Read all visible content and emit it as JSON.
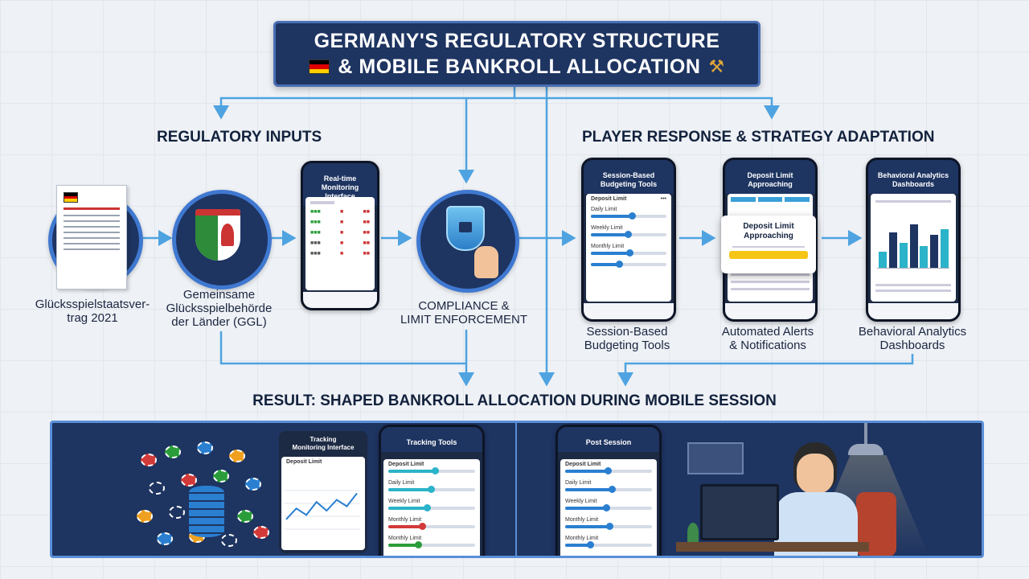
{
  "title": {
    "line1": "GERMANY'S REGULATORY STRUCTURE",
    "line2": "& MOBILE BANKROLL ALLOCATION"
  },
  "icons": {
    "flag": "german-flag-icon",
    "gavel": "gavel-icon"
  },
  "colors": {
    "navy": "#1e3461",
    "accent": "#3f78d0",
    "arrow": "#4fa3e0",
    "alert": "#f5c518"
  },
  "sections": {
    "regulatory": "REGULATORY INPUTS",
    "player": "PLAYER RESPONSE & STRATEGY ADAPTATION",
    "result": "RESULT: SHAPED BANKROLL ALLOCATION DURING MOBILE SESSION"
  },
  "nodes": {
    "treaty": "Glücksspielstaatsver-\ntrag 2021",
    "ggl": "Gemeinsame\nGlücksspielbehörde\nder Länder (GGL)",
    "compliance": "COMPLIANCE &\nLIMIT ENFORCEMENT",
    "budgeting": "Session-Based\nBudgeting Tools",
    "alerts": "Automated Alerts\n& Notifications",
    "analytics": "Behavioral Analytics\nDashboards"
  },
  "phones": {
    "monitor_title": "Real-time\nMonitoring Interface",
    "budget_title": "Session-Based\nBudgeting Tools",
    "budget_rows": [
      "Deposit Limit",
      "Daily Limit",
      "Weekly Limit",
      "Monthly Limit"
    ],
    "alert_title": "Deposit Limit\nApproaching",
    "popup_title": "Deposit Limit\nApproaching",
    "analytics_title": "Behavioral Analytics\nDashboards"
  },
  "bars": {
    "budget_fill": [
      0.55,
      0.5,
      0.52,
      0.38
    ],
    "analytics_values": [
      0.3,
      0.65,
      0.45,
      0.8,
      0.4,
      0.6,
      0.7
    ]
  },
  "bottom": {
    "chart_title": "Tracking\nMonitoring Interface",
    "chart_row": "Deposit Limit",
    "chart_points": [
      0.3,
      0.55,
      0.4,
      0.7,
      0.5,
      0.75,
      0.6,
      0.9
    ],
    "phone1_title": "Tracking Tools",
    "phone1_rows": [
      "Deposit Limit",
      "Daily Limit",
      "Weekly Limit",
      "Monthly Limit",
      "Monthly Limit"
    ],
    "phone1_fill": [
      0.55,
      0.5,
      0.45,
      0.4,
      0.35
    ],
    "phone2_title": "Post Session",
    "phone2_rows": [
      "Deposit Limit",
      "Daily Limit",
      "Weekly Limit",
      "Monthly Limit",
      "Monthly Limit"
    ],
    "phone2_fill": [
      0.5,
      0.55,
      0.48,
      0.52,
      0.3
    ]
  }
}
